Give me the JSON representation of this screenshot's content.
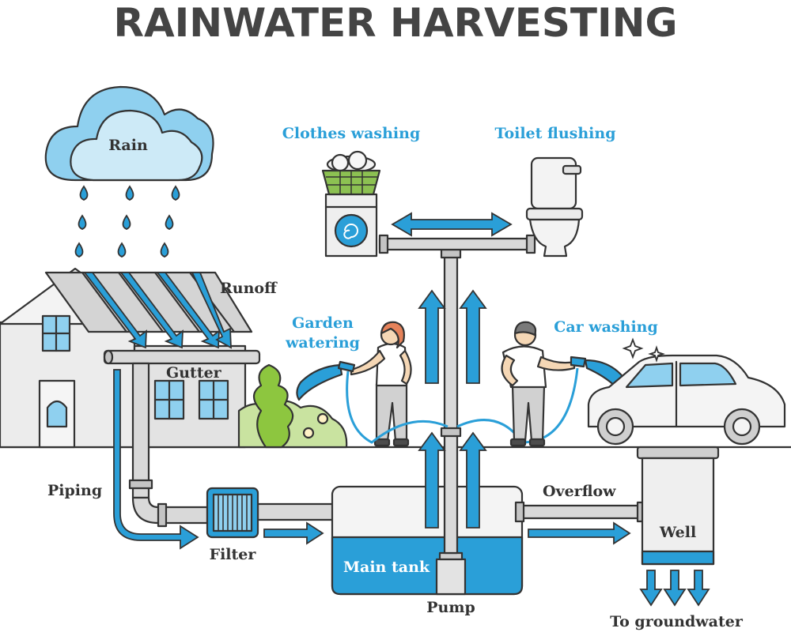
{
  "title": "RAINWATER HARVESTING",
  "labels": {
    "rain": "Rain",
    "runoff": "Runoff",
    "gutter": "Gutter",
    "piping": "Piping",
    "filter": "Filter",
    "main_tank": "Main tank",
    "pump": "Pump",
    "overflow": "Overflow",
    "well": "Well",
    "to_groundwater": "To groundwater",
    "clothes_washing": "Clothes washing",
    "toilet_flushing": "Toilet flushing",
    "garden_watering_1": "Garden",
    "garden_watering_2": "watering",
    "car_washing": "Car washing"
  },
  "colors": {
    "water_blue": "#2a9fd8",
    "light_blue": "#bfe6f7",
    "outline": "#333333",
    "wall_grey": "#e6e6e6",
    "roof_grey": "#d4d4d4",
    "pipe_grey": "#d9d9d9",
    "plant_green": "#8dc63f",
    "basket_green": "#8cc152"
  }
}
